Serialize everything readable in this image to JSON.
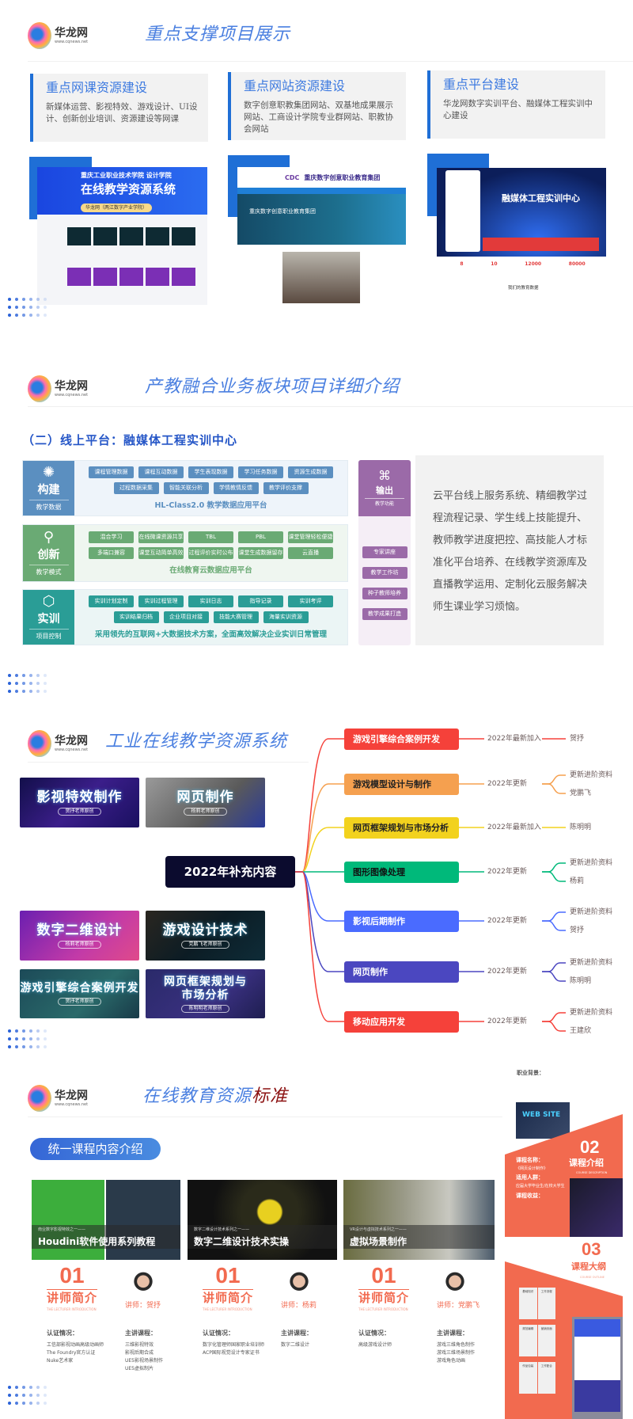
{
  "brand": {
    "name": "华龙网",
    "url": "www.cqnews.net"
  },
  "section1": {
    "title": "重点支撑项目展示",
    "cards": [
      {
        "title": "重点网课资源建设",
        "text": "新媒体运营、影视特效、游戏设计、UI设计、创新创业培训、资源建设等网课"
      },
      {
        "title": "重点网站资源建设",
        "text": "数字创意职教集团网站、双基地成果展示网站、工商设计学院专业群网站、职教协会网站"
      },
      {
        "title": "重点平台建设",
        "text": "华龙网数字实训平台、融媒体工程实训中心建设"
      }
    ],
    "shot1": {
      "line1": "重庆工业职业技术学院 设计学院",
      "line2": "在线教学资源系统",
      "badge": "华龙网（两江数字产业学院）"
    },
    "shot2": {
      "logo": "CDC",
      "org": "重庆数字创意职业教育集团",
      "hero": "重庆数字创意职业教育集团"
    },
    "shot3": {
      "hero": "融媒体工程实训中心",
      "stats": [
        "8",
        "10",
        "12000",
        "80000"
      ],
      "footer": "我们的教育数据"
    }
  },
  "section2": {
    "title": "产教融合业务板块项目详细介绍",
    "subtitle": "（二）线上平台：融媒体工程实训中心",
    "rows": [
      {
        "title": "构建",
        "sub": "教学数据",
        "color": "#5b8fc0",
        "bg": "#eef4fa",
        "icon": "network-icon",
        "chips": [
          "课程管理数据",
          "课程互动数据",
          "学生表现数据",
          "学习任务数据",
          "资源生成数据",
          "过程数据采集",
          "智能关联分析",
          "学情教情反馈",
          "教学评价支撑"
        ],
        "footer": "HL-Class2.0 教学数据应用平台"
      },
      {
        "title": "创新",
        "sub": "教学模式",
        "color": "#6aaa74",
        "bg": "#eff6f0",
        "icon": "lightbulb-icon",
        "chips": [
          "混合学习",
          "在线微课资源共享",
          "TBL",
          "PBL",
          "课堂管理轻松便捷",
          "多端口兼容",
          "课堂互动简单高效",
          "过程评价实时公布",
          "课堂生成数据留存",
          "云直播"
        ],
        "footer": "在线教育云数据应用平台"
      },
      {
        "title": "实训",
        "sub": "项目控制",
        "color": "#2a9d96",
        "bg": "#ebf5f5",
        "icon": "cube-icon",
        "chips": [
          "实训计划定制",
          "实训过程管理",
          "实训日志",
          "指导记录",
          "实训考评",
          "实训结果归档",
          "企业项目对接",
          "技能大赛管理",
          "海量实训资源"
        ],
        "footer": "采用领先的互联网+大数据技术方案，全面高效解决企业实训日常管理"
      }
    ],
    "output": {
      "title": "输出",
      "sub": "教学功能",
      "items": [
        "专家讲座",
        "教学工作坊",
        "种子教师培养",
        "教学成果打造"
      ]
    },
    "description": "云平台线上服务系统、精细教学过程流程记录、学生线上技能提升、教师教学进度把控、高技能人才标准化平台培养、在线教学资源库及直播教学运用、定制化云服务解决师生课业学习烦恼。"
  },
  "section3": {
    "title": "工业在线教学资源系统",
    "tiles": [
      {
        "title": "影视特效制作",
        "sub": "贺抒老师原创"
      },
      {
        "title": "网页制作",
        "sub": "杨莉老师原创"
      },
      {
        "title": "数字二维设计",
        "sub": "杨莉老师原创"
      },
      {
        "title": "游戏设计技术",
        "sub": "党鹏飞老师原创"
      },
      {
        "title": "游戏引擎综合案例开发",
        "sub": "贺抒老师原创"
      },
      {
        "title": "网页框架规划与市场分析",
        "sub": "陈明明老师原创"
      }
    ],
    "mindmap": {
      "center": "2022年补充内容",
      "branches": [
        {
          "label": "游戏引擎综合案例开发",
          "color": "#f5413a",
          "text": "#ffffff",
          "status": "2022年最新加入",
          "leaves": [
            "贺抒"
          ]
        },
        {
          "label": "游戏模型设计与制作",
          "color": "#f5a04f",
          "text": "#222222",
          "status": "2022年更新",
          "leaves": [
            "更新进阶资料",
            "党鹏飞"
          ]
        },
        {
          "label": "网页框架规划与市场分析",
          "color": "#f2d21e",
          "text": "#222222",
          "status": "2022年最新加入",
          "leaves": [
            "陈明明"
          ]
        },
        {
          "label": "图形图像处理",
          "color": "#00b97a",
          "text": "#111111",
          "status": "2022年更新",
          "leaves": [
            "更新进阶资料",
            "杨莉"
          ]
        },
        {
          "label": "影视后期制作",
          "color": "#4a6bff",
          "text": "#ffffff",
          "status": "2022年更新",
          "leaves": [
            "更新进阶资料",
            "贺抒"
          ]
        },
        {
          "label": "网页制作",
          "color": "#4b47c0",
          "text": "#ffffff",
          "status": "2022年更新",
          "leaves": [
            "更新进阶资料",
            "陈明明"
          ]
        },
        {
          "label": "移动应用开发",
          "color": "#f5413a",
          "text": "#ffffff",
          "status": "2022年更新",
          "leaves": [
            "更新进阶资料",
            "王建欣"
          ]
        }
      ]
    }
  },
  "section4": {
    "title_main": "在线教育资源",
    "title_accent": "标准",
    "pill": "统一课程内容介绍",
    "courses": [
      {
        "caption": "Houdini软件使用系列教程",
        "series": "南业数字影视特效之一——"
      },
      {
        "caption": "数字二维设计技术实操",
        "series": "数字二维设计技术系列之一——"
      },
      {
        "caption": "虚拟场景制作",
        "series": "VR设计与虚拟技术系列之一——"
      }
    ],
    "lecturers": [
      {
        "num": "01",
        "heading": "讲师简介",
        "en": "THE LECTURER INTRODUCTION",
        "teacher": "讲师：贺抒",
        "cert_label": "认证情况：",
        "certs": [
          "工信部影视动画高级动画师",
          "The Foundry官方认证",
          "Nuke艺术家"
        ],
        "course_label": "主讲课程：",
        "courses": [
          "三维影视特效",
          "影视后期合成",
          "UE5影视场景制作",
          "UE5虚拟制片"
        ]
      },
      {
        "num": "01",
        "heading": "讲师简介",
        "en": "THE LECTURER INTRODUCTION",
        "teacher": "讲师：杨莉",
        "cert_label": "认证情况：",
        "certs": [
          "数字化管理师国家职业培训师",
          "ACP国际视觉设计专家证书"
        ],
        "course_label": "主讲课程：",
        "courses": [
          "数字二维设计"
        ]
      },
      {
        "num": "01",
        "heading": "讲师简介",
        "en": "THE LECTURER INTRODUCTION",
        "teacher": "讲师：党鹏飞",
        "cert_label": "认证情况：",
        "certs": [
          "高级游戏设计师"
        ],
        "course_label": "主讲课程：",
        "courses": [
          "游戏三维角色制作",
          "游戏三维场景制作",
          "游戏角色动画"
        ]
      }
    ],
    "side": {
      "bg_label": "职业背景：",
      "website": "WEB SITE",
      "num2": "02",
      "desc": "课程介绍",
      "desc_en": "COURSE DESCRIPTION",
      "name_label": "课程名称：",
      "name": "《网页设计制作》",
      "aud_label": "适用人群：",
      "aud": "应届大学毕业生/在校大学生",
      "gain_label": "课程收益：",
      "num3": "03",
      "outline": "课程大纲",
      "outline_en": "COURSE OUTLINE",
      "table": [
        "基础知识",
        "工作流程",
        "规范编辑",
        "营销页面",
        "作品包装",
        "工作配合"
      ]
    }
  }
}
